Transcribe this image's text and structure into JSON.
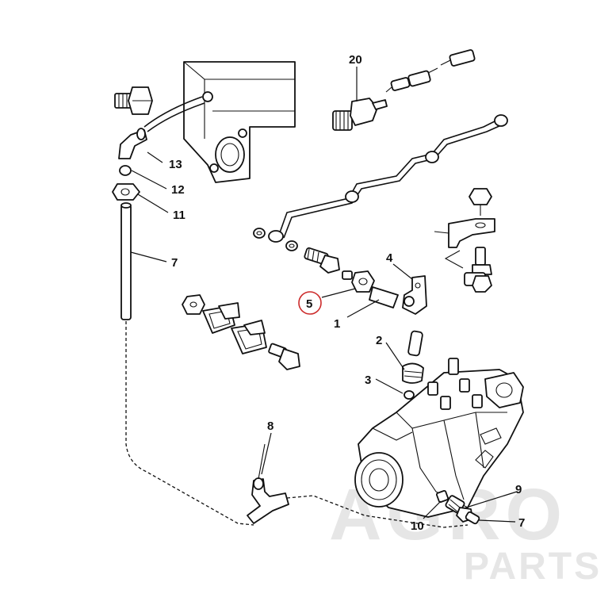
{
  "callouts": {
    "c20": "20",
    "c13": "13",
    "c12": "12",
    "c11": "11",
    "c7a": "7",
    "c4": "4",
    "c5": "5",
    "c1": "1",
    "c2": "2",
    "c3": "3",
    "c8": "8",
    "c9": "9",
    "c10": "10",
    "c7b": "7"
  },
  "highlight": {
    "callout": "5",
    "color": "#cc2a2a"
  },
  "watermark": {
    "line1": "AGRO",
    "line2": "PARTS",
    "color": "#e6e6e6"
  }
}
